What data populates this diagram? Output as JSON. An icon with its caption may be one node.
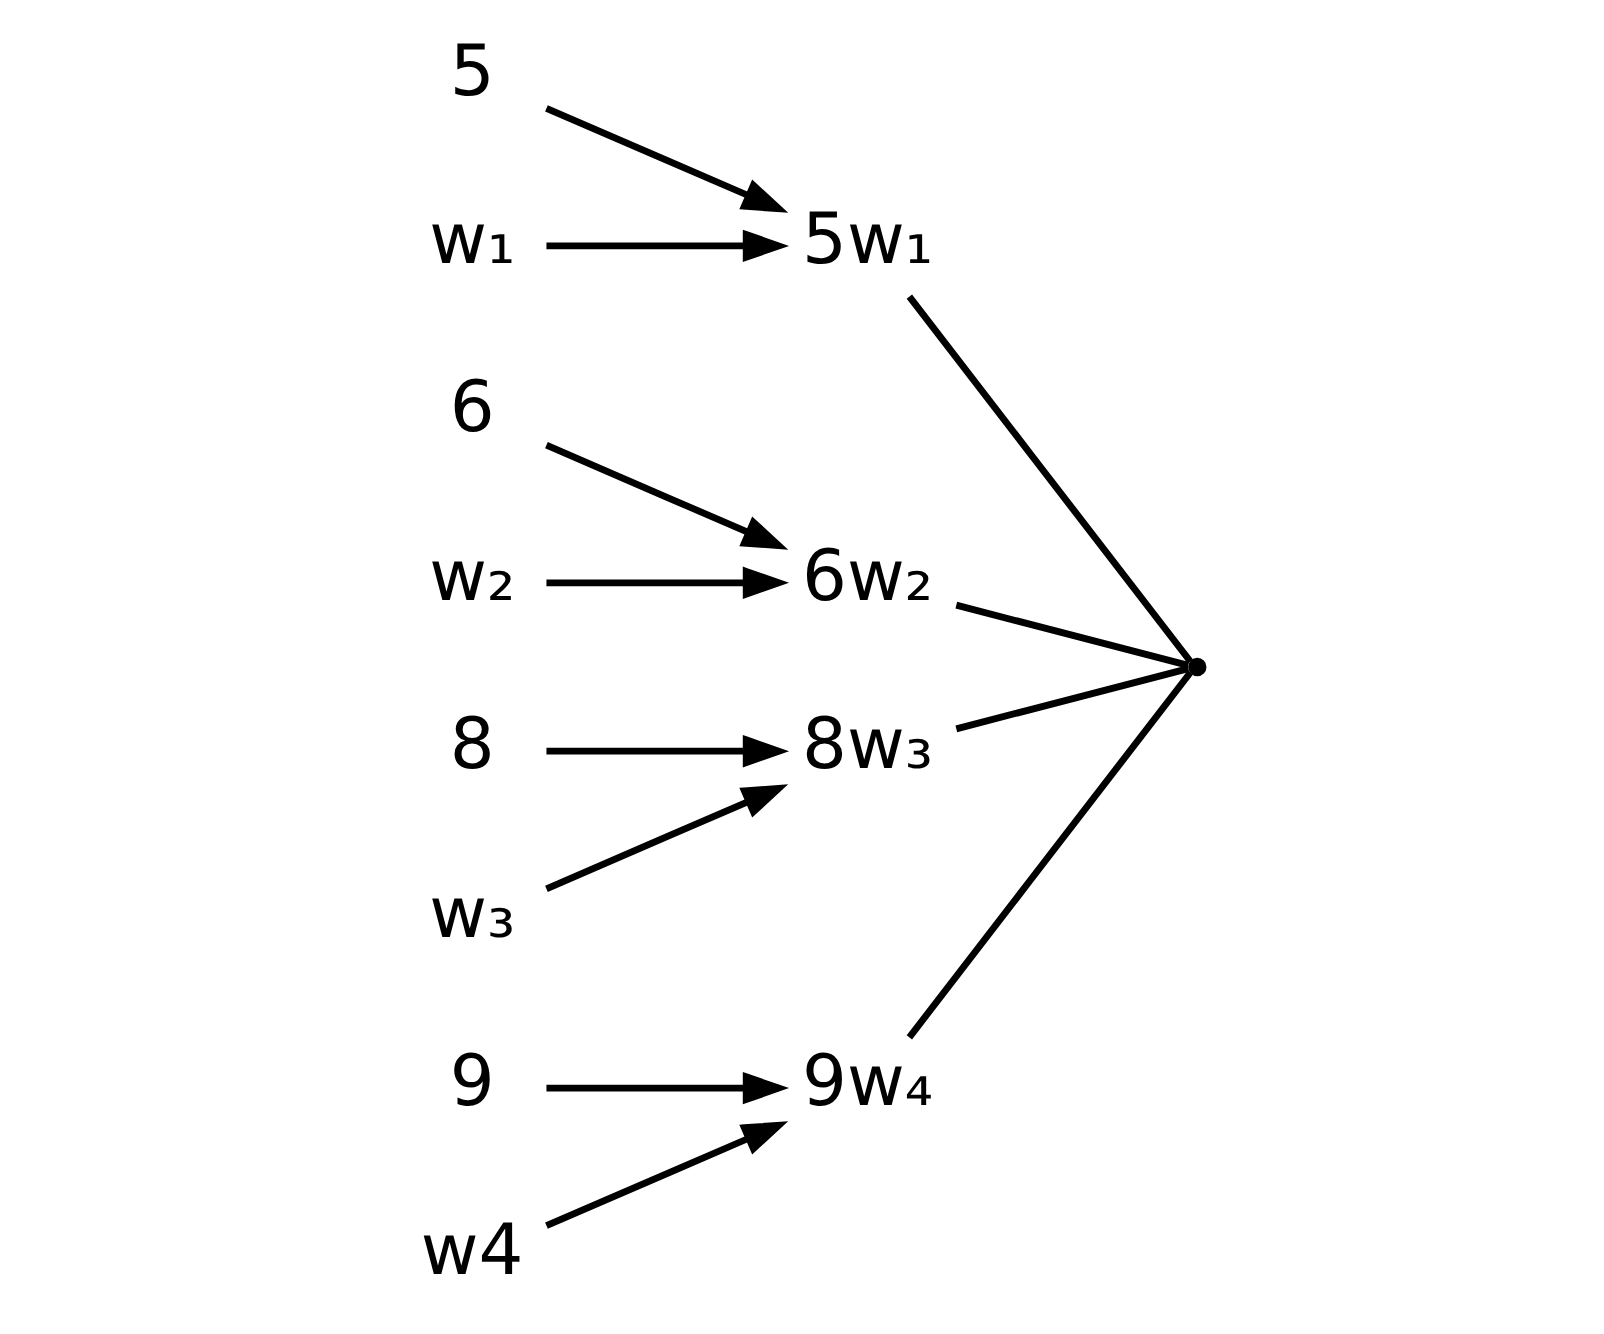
{
  "diagram": {
    "nodes": [
      {
        "text": [
          "5"
        ]
      },
      {
        "text": [
          "5w₁"
        ]
      },
      {
        "text": [
          "w₁"
        ]
      },
      {
        "text": [
          "6"
        ]
      },
      {
        "text": [
          "6w₂"
        ]
      },
      {
        "text": [
          "w₂"
        ]
      },
      {
        "text": [
          "8"
        ]
      },
      {
        "text": [
          "8w₃"
        ]
      },
      {
        "text": [
          "w₃"
        ]
      },
      {
        "text": [
          "9"
        ]
      },
      {
        "text": [
          "9w₄"
        ]
      },
      {
        "text": [
          "w4"
        ]
      },
      {
        "text": [],
        "shape": "circle"
      }
    ],
    "edges": [
      {
        "from": 0,
        "to": 1,
        "arrow": "to"
      },
      {
        "from": 2,
        "to": 1,
        "arrow": "to"
      },
      {
        "from": 3,
        "to": 4,
        "arrow": "to"
      },
      {
        "from": 5,
        "to": 4,
        "arrow": "to"
      },
      {
        "from": 6,
        "to": 7,
        "arrow": "to"
      },
      {
        "from": 8,
        "to": 7,
        "arrow": "to"
      },
      {
        "from": 9,
        "to": 10,
        "arrow": "to"
      },
      {
        "from": 11,
        "to": 10,
        "arrow": "to"
      },
      {
        "from": 1,
        "to": 12,
        "arrow": "none"
      },
      {
        "from": 4,
        "to": 12,
        "arrow": "none"
      },
      {
        "from": 7,
        "to": 12,
        "arrow": "none"
      },
      {
        "from": 10,
        "to": 12,
        "arrow": "none"
      }
    ]
  }
}
